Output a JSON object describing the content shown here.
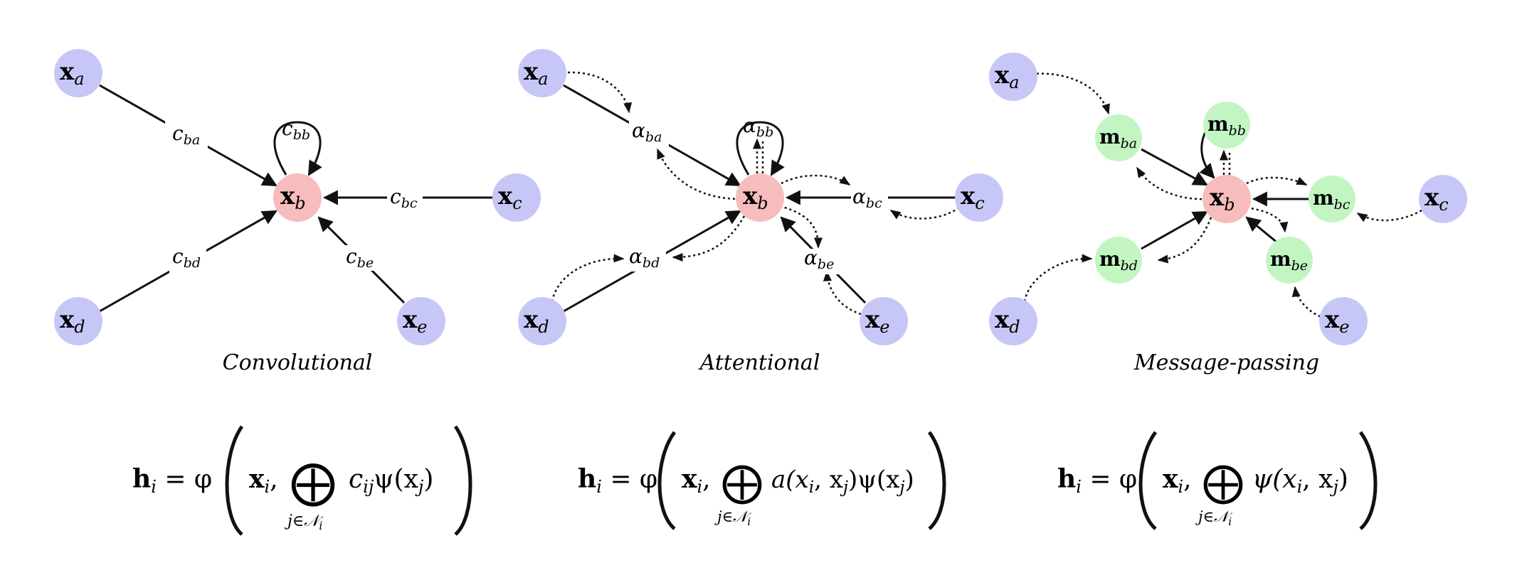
{
  "panels": [
    {
      "caption": "Convolutional",
      "center": {
        "base": "x",
        "sub": "b"
      },
      "neighbors": [
        {
          "base": "x",
          "sub": "a"
        },
        {
          "base": "x",
          "sub": "c"
        },
        {
          "base": "x",
          "sub": "d"
        },
        {
          "base": "x",
          "sub": "e"
        }
      ],
      "edge_labels": [
        {
          "base": "c",
          "sub": "ba"
        },
        {
          "base": "c",
          "sub": "bb"
        },
        {
          "base": "c",
          "sub": "bc"
        },
        {
          "base": "c",
          "sub": "bd"
        },
        {
          "base": "c",
          "sub": "be"
        }
      ],
      "equation": {
        "lhs": "h",
        "lhs_sub": "i",
        "eq": " = φ",
        "arg": "x",
        "arg_sub": "i",
        "comma": ",",
        "op": "⨁",
        "op_sub": "j∈𝒩",
        "op_sub2": "i",
        "body": "c",
        "body_sub": "ij",
        "body_rest": "ψ(x",
        "body_rest_sub": "j",
        "close": ")"
      }
    },
    {
      "caption": "Attentional",
      "center": {
        "base": "x",
        "sub": "b"
      },
      "neighbors": [
        {
          "base": "x",
          "sub": "a"
        },
        {
          "base": "x",
          "sub": "c"
        },
        {
          "base": "x",
          "sub": "d"
        },
        {
          "base": "x",
          "sub": "e"
        }
      ],
      "edge_labels": [
        {
          "base": "α",
          "sub": "ba"
        },
        {
          "base": "α",
          "sub": "bb"
        },
        {
          "base": "α",
          "sub": "bc"
        },
        {
          "base": "α",
          "sub": "bd"
        },
        {
          "base": "α",
          "sub": "be"
        }
      ],
      "equation": {
        "lhs": "h",
        "lhs_sub": "i",
        "eq": " = φ",
        "arg": "x",
        "arg_sub": "i",
        "comma": ",",
        "op": "⨁",
        "op_sub": "j∈𝒩",
        "op_sub2": "i",
        "body": "a(x",
        "body_sub": "i",
        "body_rest": ", x",
        "body_rest_sub": "j",
        "close": ")ψ(x",
        "close_sub": "j",
        "close2": ")"
      }
    },
    {
      "caption": "Message-passing",
      "center": {
        "base": "x",
        "sub": "b"
      },
      "neighbors": [
        {
          "base": "x",
          "sub": "a"
        },
        {
          "base": "x",
          "sub": "c"
        },
        {
          "base": "x",
          "sub": "d"
        },
        {
          "base": "x",
          "sub": "e"
        }
      ],
      "messages": [
        {
          "base": "m",
          "sub": "ba"
        },
        {
          "base": "m",
          "sub": "bb"
        },
        {
          "base": "m",
          "sub": "bc"
        },
        {
          "base": "m",
          "sub": "bd"
        },
        {
          "base": "m",
          "sub": "be"
        }
      ],
      "equation": {
        "lhs": "h",
        "lhs_sub": "i",
        "eq": " = φ",
        "arg": "x",
        "arg_sub": "i",
        "comma": ",",
        "op": "⨁",
        "op_sub": "j∈𝒩",
        "op_sub2": "i",
        "body": "ψ(x",
        "body_sub": "i",
        "body_rest": ", x",
        "body_rest_sub": "j",
        "close": ")"
      }
    }
  ],
  "colors": {
    "neighbor_node": "#c7c7f7",
    "center_node": "#f7bcbc",
    "message_node": "#c3f5c3",
    "edge": "#111111"
  }
}
